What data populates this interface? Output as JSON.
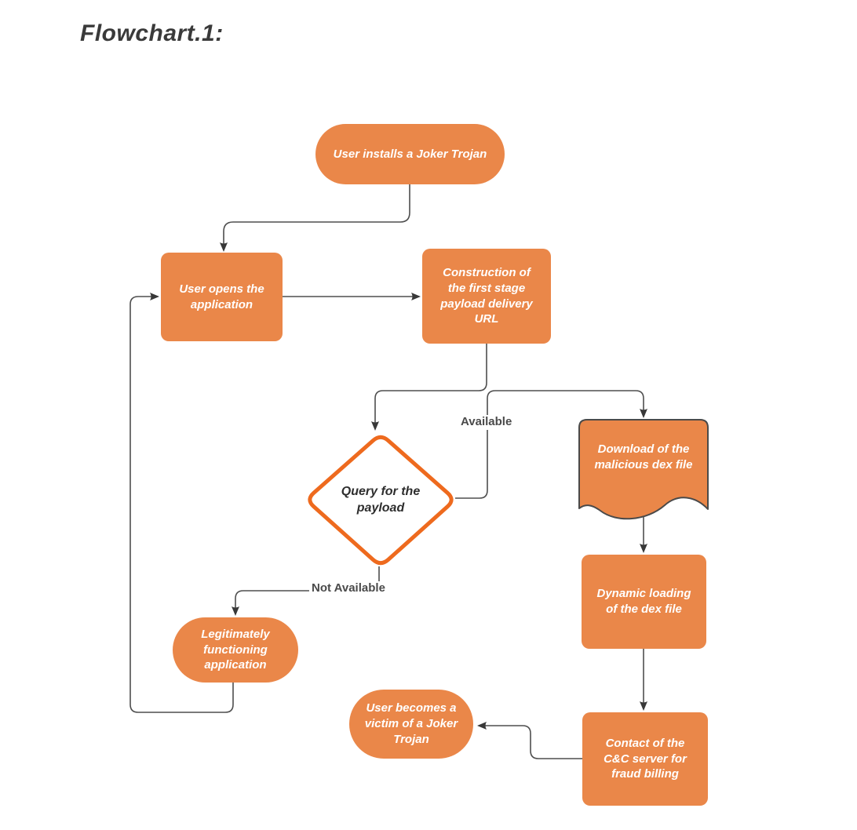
{
  "title": "Flowchart.1:",
  "flowchart": {
    "nodes": {
      "start": {
        "label": "User installs a Joker Trojan",
        "shape": "terminator"
      },
      "user_opens": {
        "label": "User opens the application",
        "shape": "process"
      },
      "construction": {
        "label": "Construction of the first stage payload delivery URL",
        "shape": "process"
      },
      "query": {
        "label": "Query for the payload",
        "shape": "decision"
      },
      "download": {
        "label": "Download of the malicious dex file",
        "shape": "document"
      },
      "dynamic": {
        "label": "Dynamic loading of the dex file",
        "shape": "process"
      },
      "contact": {
        "label": "Contact of the C&C server for fraud billing",
        "shape": "process"
      },
      "victim": {
        "label": "User becomes a victim of a Joker Trojan",
        "shape": "terminator"
      },
      "legit": {
        "label": "Legitimately functioning application",
        "shape": "terminator"
      }
    },
    "edge_labels": {
      "available": "Available",
      "not_available": "Not Available"
    },
    "edges": [
      {
        "from": "start",
        "to": "user_opens"
      },
      {
        "from": "user_opens",
        "to": "construction"
      },
      {
        "from": "construction",
        "to": "query"
      },
      {
        "from": "query",
        "to": "download",
        "label": "Available"
      },
      {
        "from": "query",
        "to": "legit",
        "label": "Not Available"
      },
      {
        "from": "download",
        "to": "dynamic"
      },
      {
        "from": "dynamic",
        "to": "contact"
      },
      {
        "from": "contact",
        "to": "victim"
      },
      {
        "from": "legit",
        "to": "user_opens"
      }
    ],
    "colors": {
      "node_fill": "#EA8749",
      "decision_stroke": "#EE6A1E",
      "decision_fill": "#FFFFFF",
      "document_stroke": "#4A4A4A",
      "connector": "#4E4E4E",
      "arrowhead": "#383838",
      "node_text": "#FFFFFF",
      "decision_text": "#2E2E2E",
      "edge_label_text": "#4A4A4A",
      "title_text": "#3A3A3A"
    }
  }
}
